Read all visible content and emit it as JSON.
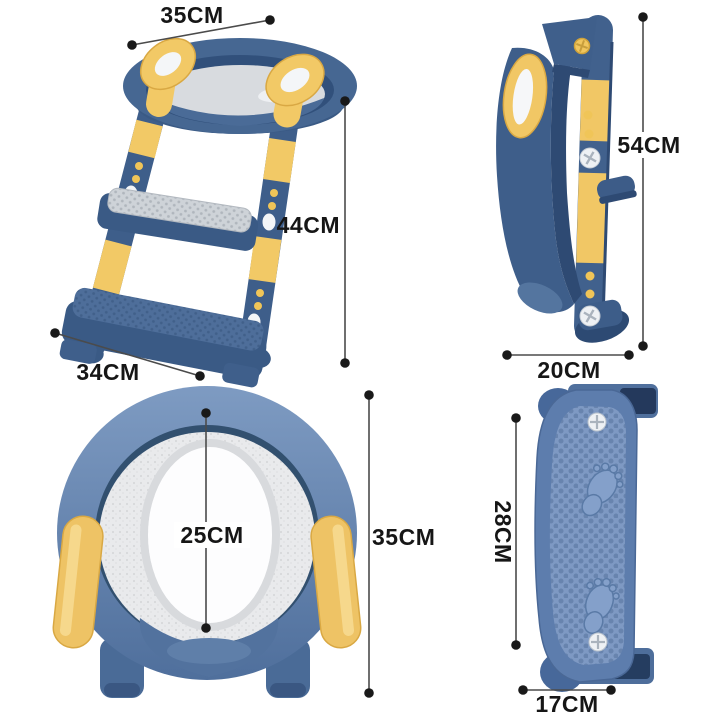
{
  "page": {
    "kind": "product-dimension-diagram",
    "background": "#ffffff"
  },
  "product_views": {
    "ladder_front": {
      "name": "potty ladder assembled front view",
      "dims": {
        "top_width": "35CM",
        "height": "44CM",
        "bottom_width": "34CM"
      }
    },
    "ladder_folded_side": {
      "name": "potty ladder folded side view",
      "dims": {
        "height": "54CM",
        "depth": "20CM"
      }
    },
    "seat_top": {
      "name": "seat ring top view",
      "dims": {
        "inner_width": "25CM",
        "outer_width": "35CM"
      }
    },
    "step_board": {
      "name": "step board top view",
      "dims": {
        "length": "28CM",
        "width": "17CM"
      }
    }
  },
  "icons": {
    "footprint": "embossed baby footprint on step tread"
  },
  "colors": {
    "product_blue": "#3e5e8a",
    "product_blue_dark": "#2e4a73",
    "product_blue_light": "#7b97c4",
    "product_yellow": "#f1c765",
    "pad_gray": "#e8e9eb",
    "tread_gray": "#ced3d8",
    "dimension_line": "#4b4b4b",
    "dimension_dot": "#191919",
    "dimension_text": "#161616"
  }
}
